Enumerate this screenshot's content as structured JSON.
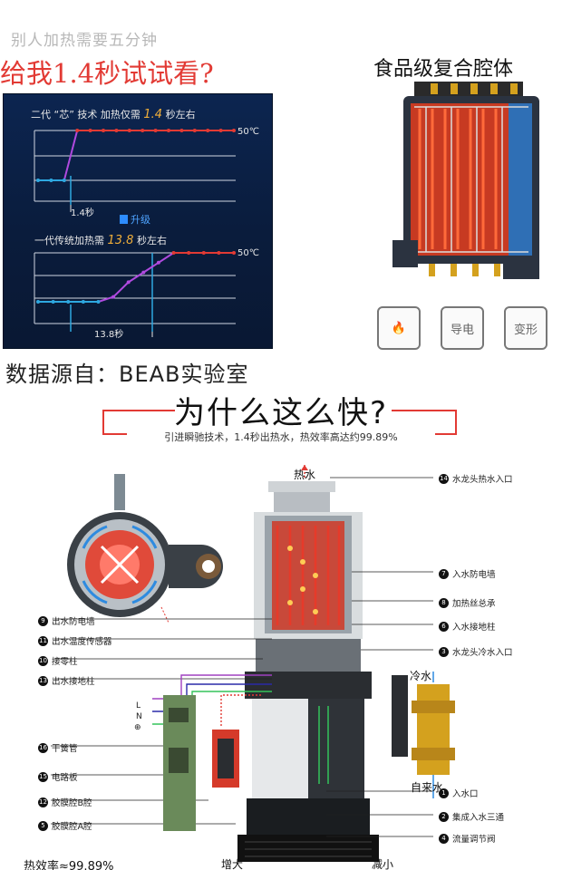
{
  "banner": {
    "faint_line": "别人加热需要五分钟",
    "red_line": "给我1.4秒试试看?",
    "food_title": "食品级复合腔体",
    "source": "数据源自：BEAB实验室"
  },
  "chart": {
    "title1_prefix": "二代 “芯” 技术   加热仅需",
    "title1_value": "1.4",
    "title1_suffix": "秒左右",
    "title2_prefix": "一代传统加热需",
    "title2_value": "13.8",
    "title2_suffix": "秒左右",
    "upgrade": "升级",
    "temp_label_top": "50℃",
    "temp_label_bottom": "50℃",
    "time_top": "1.4秒",
    "time_bottom": "13.8秒"
  },
  "chart_data": [
    {
      "type": "line",
      "title": "二代 “芯” 技术 加热仅需 1.4 秒左右",
      "series": [
        {
          "values": [
            0,
            0,
            0,
            1,
            1,
            1,
            1,
            1,
            1,
            1,
            1,
            1,
            1,
            1,
            1,
            1
          ]
        }
      ],
      "annotations": [
        "50℃",
        "1.4秒"
      ]
    },
    {
      "type": "line",
      "title": "一代传统加热需 13.8 秒左右",
      "series": [
        {
          "values": [
            0,
            0,
            0,
            0,
            0,
            0.1,
            0.4,
            0.6,
            0.8,
            1,
            1,
            1,
            1,
            1
          ]
        }
      ],
      "annotations": [
        "50℃",
        "13.8秒"
      ]
    }
  ],
  "icons": {
    "no_fire": "🔥",
    "conduct": "导电",
    "deform": "变形"
  },
  "section": {
    "title": "为什么这么快?",
    "subtitle": "引进瞬驰技术，1.4秒出热水，热效率高达约99.89%"
  },
  "diagram": {
    "hot_water": "热水",
    "cold_water": "冷水",
    "tap_water": "自来水",
    "lnp": [
      "L",
      "N",
      "⊕"
    ],
    "efficiency": "热效率≈99.89%",
    "increase": "增大",
    "decrease": "减小",
    "right_labels": [
      {
        "num": "14",
        "text": "水龙头热水入口"
      },
      {
        "num": "7",
        "text": "入水防电墙"
      },
      {
        "num": "8",
        "text": "加热丝总承"
      },
      {
        "num": "6",
        "text": "入水接地柱"
      },
      {
        "num": "3",
        "text": "水龙头冷水入口"
      },
      {
        "num": "1",
        "text": "入水口"
      },
      {
        "num": "2",
        "text": "集成入水三通"
      },
      {
        "num": "4",
        "text": "流量调节阀"
      }
    ],
    "left_labels": [
      {
        "num": "9",
        "text": "出水防电墙"
      },
      {
        "num": "11",
        "text": "出水温度传感器"
      },
      {
        "num": "10",
        "text": "接零柱"
      },
      {
        "num": "13",
        "text": "出水接地柱"
      },
      {
        "num": "16",
        "text": "干簧管"
      },
      {
        "num": "15",
        "text": "电路板"
      },
      {
        "num": "12",
        "text": "胶膜腔B腔"
      },
      {
        "num": "5",
        "text": "胶膜腔A腔"
      }
    ]
  }
}
